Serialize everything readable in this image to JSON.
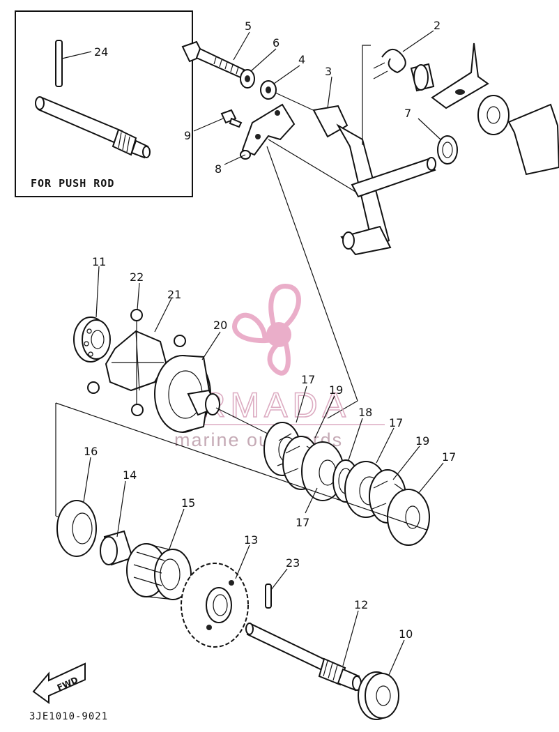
{
  "inset": {
    "caption": "FOR PUSH ROD"
  },
  "callouts": [
    {
      "id": "c24",
      "label": "24"
    },
    {
      "id": "c5",
      "label": "5"
    },
    {
      "id": "c6",
      "label": "6"
    },
    {
      "id": "c4",
      "label": "4"
    },
    {
      "id": "c3",
      "label": "3"
    },
    {
      "id": "c2",
      "label": "2"
    },
    {
      "id": "c7",
      "label": "7"
    },
    {
      "id": "c9",
      "label": "9"
    },
    {
      "id": "c8",
      "label": "8"
    },
    {
      "id": "c11",
      "label": "11"
    },
    {
      "id": "c22",
      "label": "22"
    },
    {
      "id": "c21",
      "label": "21"
    },
    {
      "id": "c20",
      "label": "20"
    },
    {
      "id": "c17a",
      "label": "17"
    },
    {
      "id": "c19a",
      "label": "19"
    },
    {
      "id": "c18",
      "label": "18"
    },
    {
      "id": "c17b",
      "label": "17"
    },
    {
      "id": "c19b",
      "label": "19"
    },
    {
      "id": "c17c",
      "label": "17"
    },
    {
      "id": "c17d",
      "label": "17"
    },
    {
      "id": "c16",
      "label": "16"
    },
    {
      "id": "c14",
      "label": "14"
    },
    {
      "id": "c15",
      "label": "15"
    },
    {
      "id": "c13",
      "label": "13"
    },
    {
      "id": "c23",
      "label": "23"
    },
    {
      "id": "c12",
      "label": "12"
    },
    {
      "id": "c10",
      "label": "10"
    }
  ],
  "direction_arrow": {
    "label": "FWD"
  },
  "document_code": "3JE1010-9021",
  "watermark": {
    "brand": "ARMADA",
    "tagline": "marine outboards",
    "logo_color": "#e8a6c4"
  },
  "icons": [
    "propeller-logo-icon",
    "fwd-arrow-icon"
  ]
}
